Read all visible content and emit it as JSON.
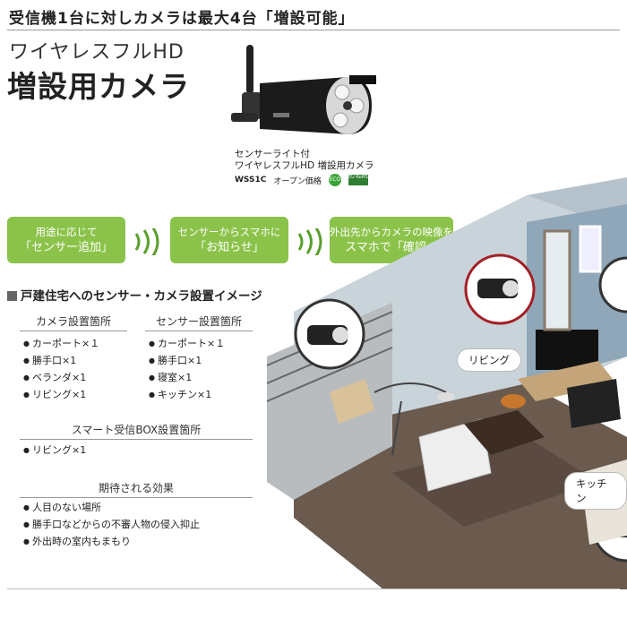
{
  "header": {
    "topline": "受信機1台に対しカメラは最大4台「増設可能」",
    "subtitle": "ワイヤレスフルHD",
    "title": "増設用カメラ"
  },
  "product": {
    "caption_line1": "センサーライト付",
    "caption_line2": "ワイヤレスフルHD 増設用カメラ",
    "model": "WSS1C",
    "price": "オープン価格",
    "eco_badge": "ECO",
    "rohs_badge": "EU RoHS"
  },
  "flow": {
    "box1_line1": "用途に応じて",
    "box1_line2": "「センサー追加」",
    "box2_line1": "センサーからスマホに",
    "box2_line2": "「お知らせ」",
    "box3_line1": "外出先からカメラの映像を",
    "box3_line2": "スマホで「確認」",
    "accent_color": "#8bc34a"
  },
  "section": {
    "heading": "戸建住宅へのセンサー・カメラ設置イメージ",
    "camera_header": "カメラ設置箇所",
    "camera_items": [
      "カーポート×１",
      "勝手口×1",
      "ベランダ×1",
      "リビング×1"
    ],
    "sensor_header": "センサー設置箇所",
    "sensor_items": [
      "カーポート×１",
      "勝手口×1",
      "寝室×1",
      "キッチン×1"
    ],
    "box_header": "スマート受信BOX設置箇所",
    "box_items": [
      "リビング×1"
    ],
    "effect_header": "期待される効果",
    "effect_items": [
      "人目のない場所",
      "勝手口などからの不審人物の侵入抑止",
      "外出時の室内もまもり"
    ]
  },
  "scene": {
    "label_living": "リビング",
    "label_kitchen": "キッチン"
  }
}
